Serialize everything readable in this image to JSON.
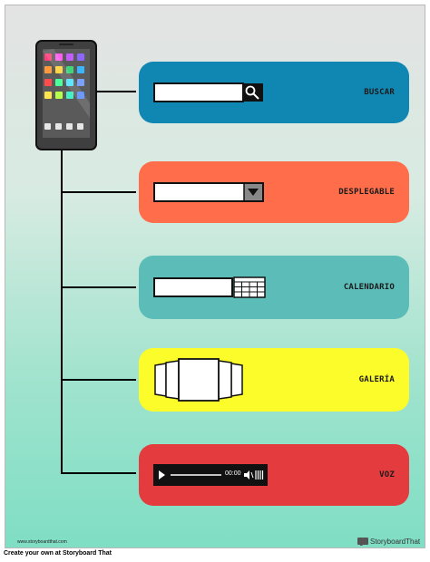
{
  "colors": {
    "buscar": "#1087b3",
    "desplegable": "#ff6d4a",
    "calendario": "#5bbcb8",
    "galeria": "#fcfc2a",
    "voz": "#e43b3e",
    "connector": "#000000",
    "phone_body": "#444444"
  },
  "phone": {
    "icon_colors": [
      "#ff3f7a",
      "#ff5ef0",
      "#c45cff",
      "#8b67ff",
      "#ff9a3c",
      "#ffd235",
      "#3fd67a",
      "#3ab5ff",
      "#ff4b4b",
      "#4bff9a",
      "#4be2ff",
      "#7aa1ff",
      "#ffe44b",
      "#b6ff4b",
      "#45f0c4",
      "#5b8cff"
    ]
  },
  "cards": [
    {
      "id": "buscar",
      "label": "BUSCAR",
      "widget": "search",
      "icon": "magnifier-icon"
    },
    {
      "id": "desplegable",
      "label": "DESPLEGABLE",
      "widget": "dropdown",
      "icon": "caret-down-icon"
    },
    {
      "id": "calendario",
      "label": "CALENDARIO",
      "widget": "calendar",
      "icon": "calendar-grid-icon"
    },
    {
      "id": "galeria",
      "label": "GALERÍA",
      "widget": "gallery",
      "icon": "image-carousel-icon"
    },
    {
      "id": "voz",
      "label": "VOZ",
      "widget": "audio",
      "icon": "play-icon",
      "time": "00:00"
    }
  ],
  "footer": {
    "url": "www.storyboardthat.com",
    "logo": "StoryboardThat",
    "credit": "Create your own at Storyboard That"
  }
}
